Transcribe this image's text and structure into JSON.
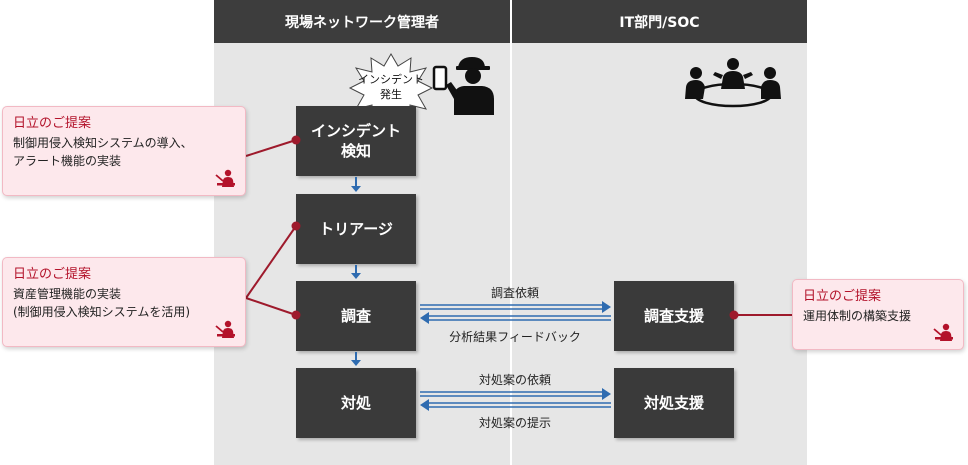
{
  "columns": {
    "left_header": "現場ネットワーク管理者",
    "right_header": "IT部門/SOC"
  },
  "burst": {
    "line1": "インシデント",
    "line2": "発生"
  },
  "boxes": {
    "detect_line1": "インシデント",
    "detect_line2": "検知",
    "triage": "トリアージ",
    "investigate": "調査",
    "respond": "対処",
    "investigate_support": "調査支援",
    "respond_support": "対処支援"
  },
  "arrows": {
    "request_investigation": "調査依頼",
    "feedback": "分析結果フィードバック",
    "request_plan": "対処案の依頼",
    "present_plan": "対処案の提示"
  },
  "callouts": [
    {
      "title": "日立のご提案",
      "line1": "制御用侵入検知システムの導入、",
      "line2": "アラート機能の実装"
    },
    {
      "title": "日立のご提案",
      "line1": "資産管理機能の実装",
      "line2": "(制御用侵入検知システムを活用)"
    },
    {
      "title": "日立のご提案",
      "line1": "運用体制の構築支援",
      "line2": ""
    }
  ],
  "colors": {
    "box": "#3a3a3a",
    "column_bg": "#e6e6e6",
    "header": "#3d3d3d",
    "arrow_blue": "#2e6bb0",
    "accent_red": "#b3122a",
    "callout_bg": "#fde8ec"
  },
  "icons": [
    "worker-with-phone-icon",
    "meeting-group-icon",
    "person-presenter-icon",
    "down-arrow-icon"
  ]
}
